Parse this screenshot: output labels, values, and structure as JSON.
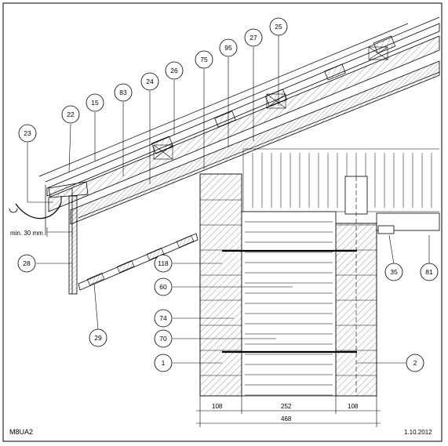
{
  "drawing": {
    "code": "M8UA2",
    "date": "1.10.2012",
    "note": "min. 30 mm"
  },
  "callouts": [
    {
      "id": "c23",
      "label": "23"
    },
    {
      "id": "c22",
      "label": "22"
    },
    {
      "id": "c15",
      "label": "15"
    },
    {
      "id": "c83",
      "label": "83"
    },
    {
      "id": "c24",
      "label": "24"
    },
    {
      "id": "c26",
      "label": "26"
    },
    {
      "id": "c75",
      "label": "75"
    },
    {
      "id": "c95",
      "label": "95"
    },
    {
      "id": "c27",
      "label": "27"
    },
    {
      "id": "c25",
      "label": "25"
    },
    {
      "id": "c28",
      "label": "28"
    },
    {
      "id": "c29",
      "label": "29"
    },
    {
      "id": "c118",
      "label": "118"
    },
    {
      "id": "c60",
      "label": "60"
    },
    {
      "id": "c74",
      "label": "74"
    },
    {
      "id": "c70",
      "label": "70"
    },
    {
      "id": "c1",
      "label": "1"
    },
    {
      "id": "c2",
      "label": "2"
    },
    {
      "id": "c35",
      "label": "35"
    },
    {
      "id": "c81",
      "label": "81"
    }
  ],
  "dimensions": {
    "left": "108",
    "middle": "252",
    "right": "108",
    "total": "468"
  }
}
